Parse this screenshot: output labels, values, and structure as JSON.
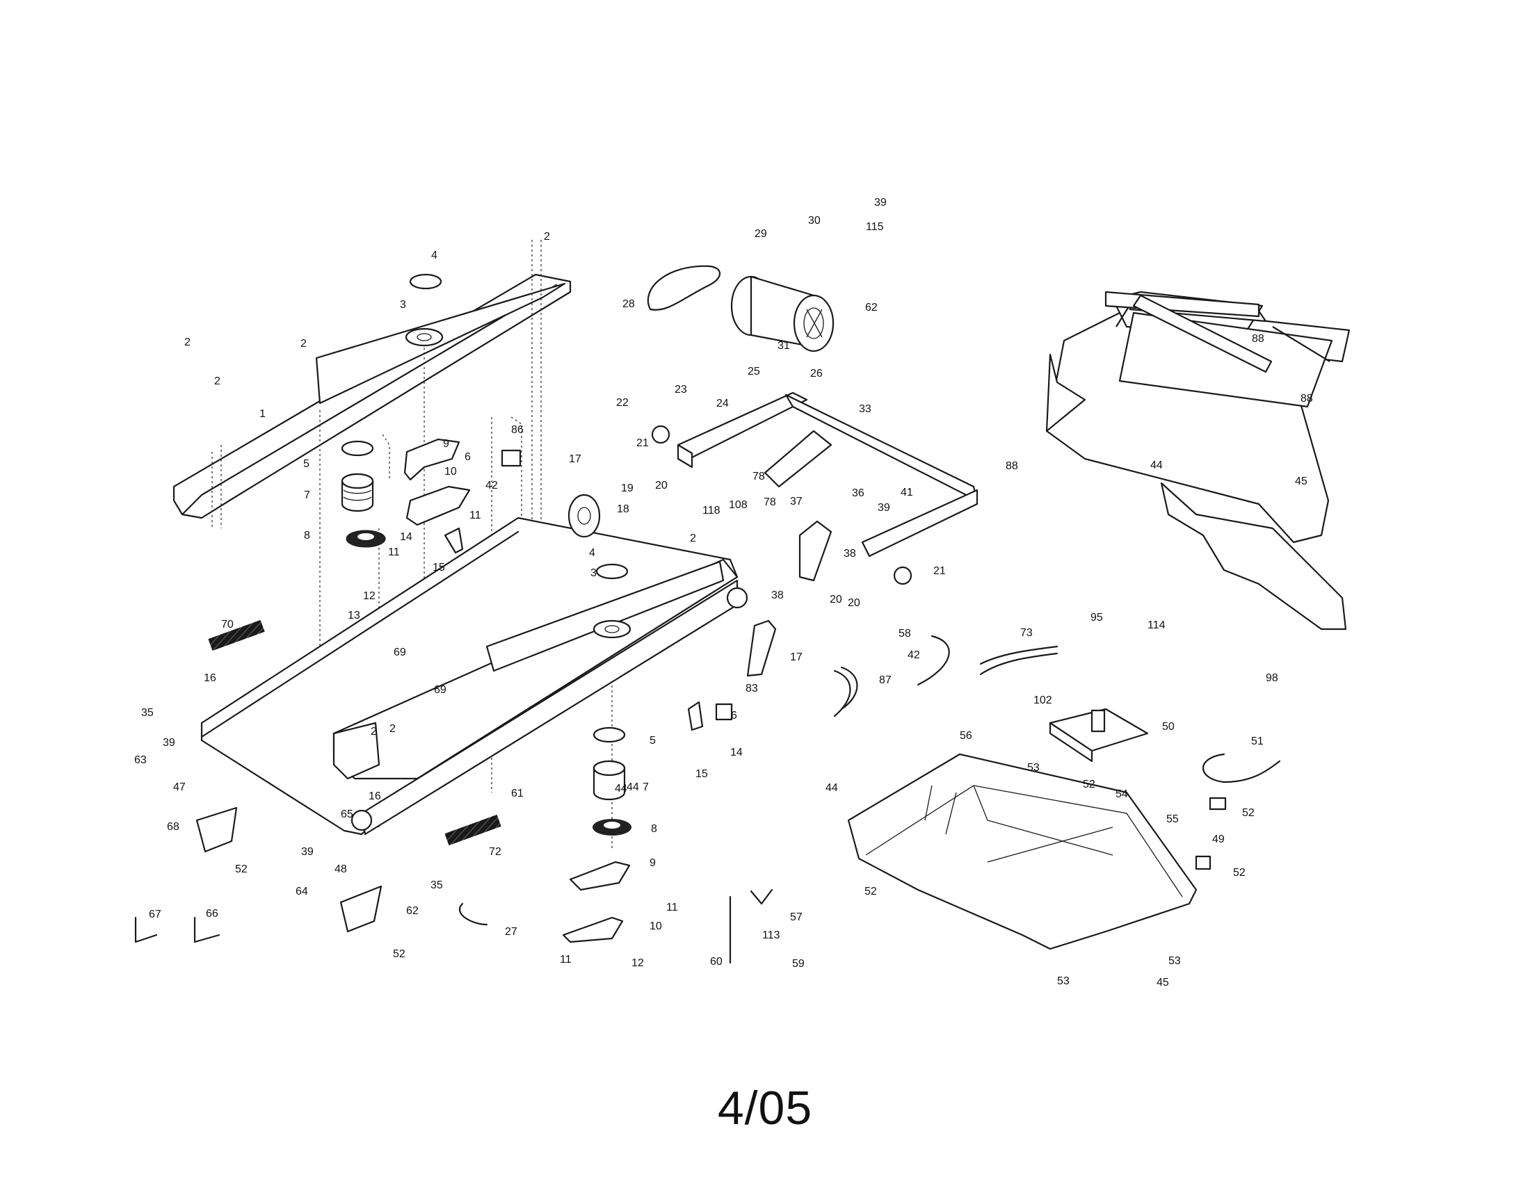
{
  "page_number": "4/05",
  "labels": [
    "1",
    "2",
    "2",
    "2",
    "2",
    "2",
    "2",
    "2",
    "3",
    "3",
    "4",
    "4",
    "5",
    "5",
    "6",
    "6",
    "7",
    "7",
    "8",
    "8",
    "9",
    "9",
    "10",
    "10",
    "11",
    "11",
    "11",
    "11",
    "12",
    "12",
    "13",
    "14",
    "14",
    "15",
    "15",
    "16",
    "16",
    "17",
    "17",
    "18",
    "19",
    "20",
    "20",
    "20",
    "21",
    "21",
    "22",
    "23",
    "24",
    "25",
    "26",
    "27",
    "28",
    "29",
    "30",
    "31",
    "33",
    "35",
    "35",
    "36",
    "37",
    "38",
    "38",
    "39",
    "39",
    "39",
    "39",
    "41",
    "42",
    "42",
    "44",
    "44",
    "44",
    "44",
    "45",
    "45",
    "47",
    "48",
    "49",
    "50",
    "51",
    "52",
    "52",
    "52",
    "52",
    "52",
    "52",
    "53",
    "53",
    "53",
    "54",
    "55",
    "56",
    "57",
    "58",
    "59",
    "60",
    "61",
    "62",
    "62",
    "63",
    "64",
    "65",
    "66",
    "67",
    "68",
    "69",
    "69",
    "70",
    "72",
    "73",
    "78",
    "78",
    "83",
    "86",
    "87",
    "88",
    "88",
    "88",
    "95",
    "98",
    "102",
    "108",
    "113",
    "114",
    "115",
    "118"
  ],
  "colors": {
    "line": "#1a1a1a",
    "background": "#ffffff"
  }
}
